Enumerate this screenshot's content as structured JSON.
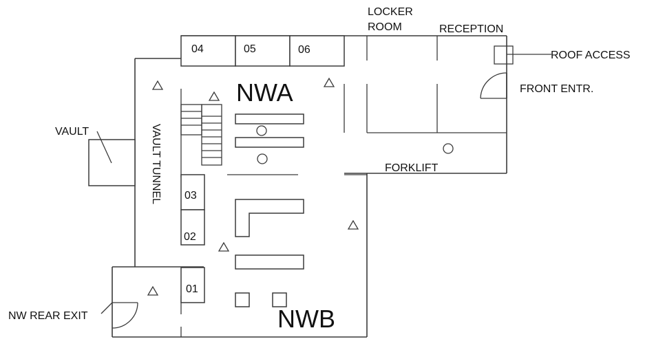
{
  "diagram": {
    "type": "floor-plan",
    "areas": {
      "nwa": "NWA",
      "nwb": "NWB"
    },
    "rooms": {
      "locker_room_line1": "LOCKER",
      "locker_room_line2": "ROOM",
      "reception": "RECEPTION",
      "forklift": "FORKLIFT",
      "vault": "VAULT",
      "vault_tunnel": "VAULT TUNNEL"
    },
    "access_points": {
      "roof_access": "ROOF ACCESS",
      "front_entrance": "FRONT ENTR.",
      "nw_rear_exit": "NW REAR EXIT"
    },
    "bays": [
      "01",
      "02",
      "03",
      "04",
      "05",
      "06"
    ],
    "colors": {
      "line": "#3a3a3a",
      "text": "#111111",
      "background": "#ffffff"
    }
  }
}
